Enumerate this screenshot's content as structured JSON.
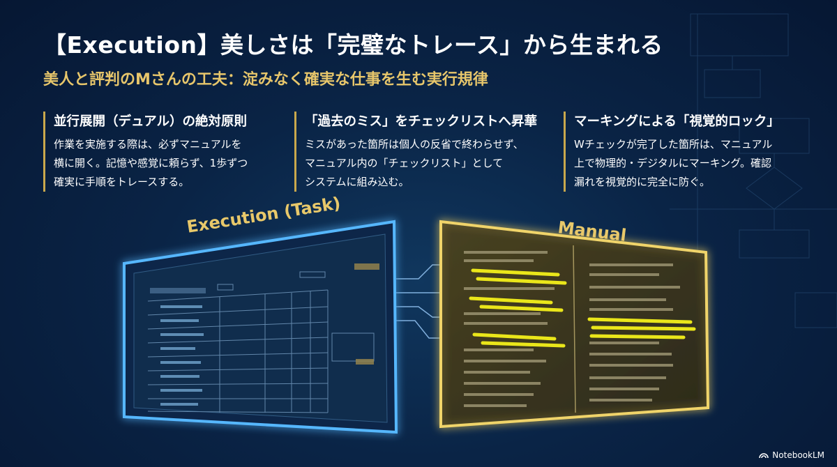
{
  "slide": {
    "title": "【Execution】美しさは「完璧なトレース」から生まれる",
    "subtitle": "美人と評判のMさんの工夫：淀みなく確実な仕事を生む実行規律"
  },
  "columns": [
    {
      "heading": "並行展開（デュアル）の絶対原則",
      "lines": [
        "作業を実施する際は、必ずマニュアルを",
        "横に開く。記憶や感覚に頼らず、1歩ずつ",
        "確実に手順をトレースする。"
      ]
    },
    {
      "heading": "「過去のミス」をチェックリストへ昇華",
      "lines": [
        "ミスがあった箇所は個人の反省で終わらせず、",
        "マニュアル内の「チェックリスト」として",
        "システムに組み込む。"
      ]
    },
    {
      "heading": "マーキングによる「視覚的ロック」",
      "lines": [
        "Wチェックが完了した箇所は、マニュアル",
        "上で物理的・デジタルにマーキング。確認",
        "漏れを視覚的に完全に防ぐ。"
      ]
    }
  ],
  "illustration": {
    "execution_label": "Execution (Task)",
    "manual_label": "Manual",
    "execution_color": "#4fb3ff",
    "manual_color": "#f0d46a",
    "highlight_color": "#f4f01a"
  },
  "brand": {
    "name": "NotebookLM"
  }
}
